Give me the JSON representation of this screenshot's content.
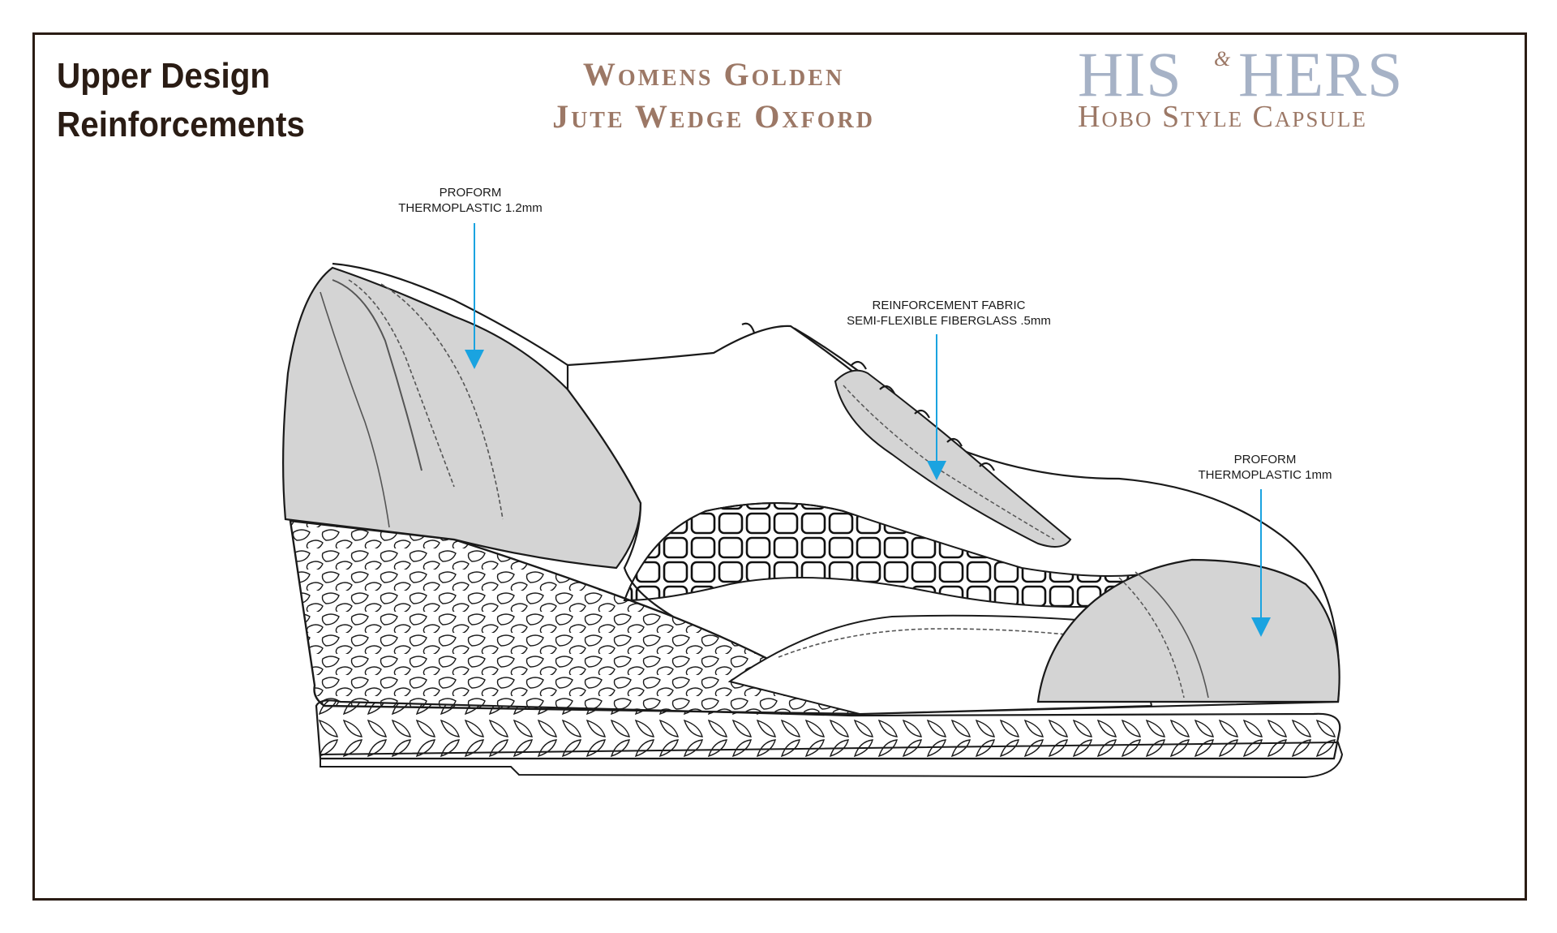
{
  "header": {
    "title_line1": "Upper Design",
    "title_line2": "Reinforcements"
  },
  "product": {
    "line1": "Womens Golden",
    "line2": "Jute Wedge Oxford"
  },
  "brand": {
    "his": "HIS",
    "amp": "&",
    "hers": "HERS",
    "tagline": "Hobo Style Capsule"
  },
  "callouts": {
    "heel": {
      "line1": "PROFORM",
      "line2": "THERMOPLASTIC 1.2mm"
    },
    "vamp": {
      "line1": "REINFORCEMENT FABRIC",
      "line2": "SEMI-FLEXIBLE FIBERGLASS .5mm"
    },
    "toe": {
      "line1": "PROFORM",
      "line2": "THERMOPLASTIC 1mm"
    }
  },
  "colors": {
    "outline": "#1a1a1a",
    "reinforcement_fill": "#d4d4d4",
    "arrow": "#1aa3e0",
    "title": "#2a1c14",
    "accent_brown": "#9c7866",
    "accent_blue": "#a6b2c6"
  }
}
